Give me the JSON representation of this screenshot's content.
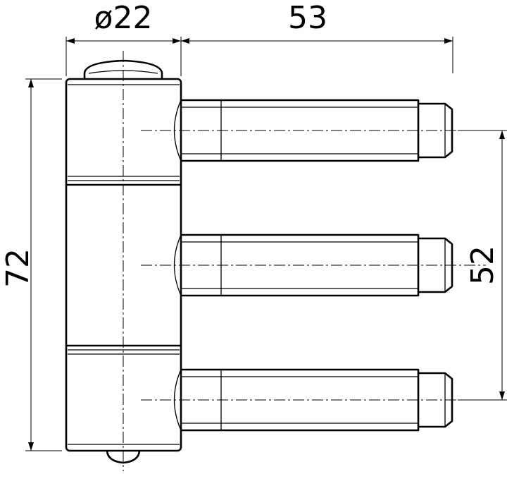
{
  "dimensions": {
    "diameter": "ø22",
    "width": "53",
    "height": "72",
    "pin_spacing": "52"
  },
  "colors": {
    "line": "#000000",
    "background": "#ffffff"
  }
}
